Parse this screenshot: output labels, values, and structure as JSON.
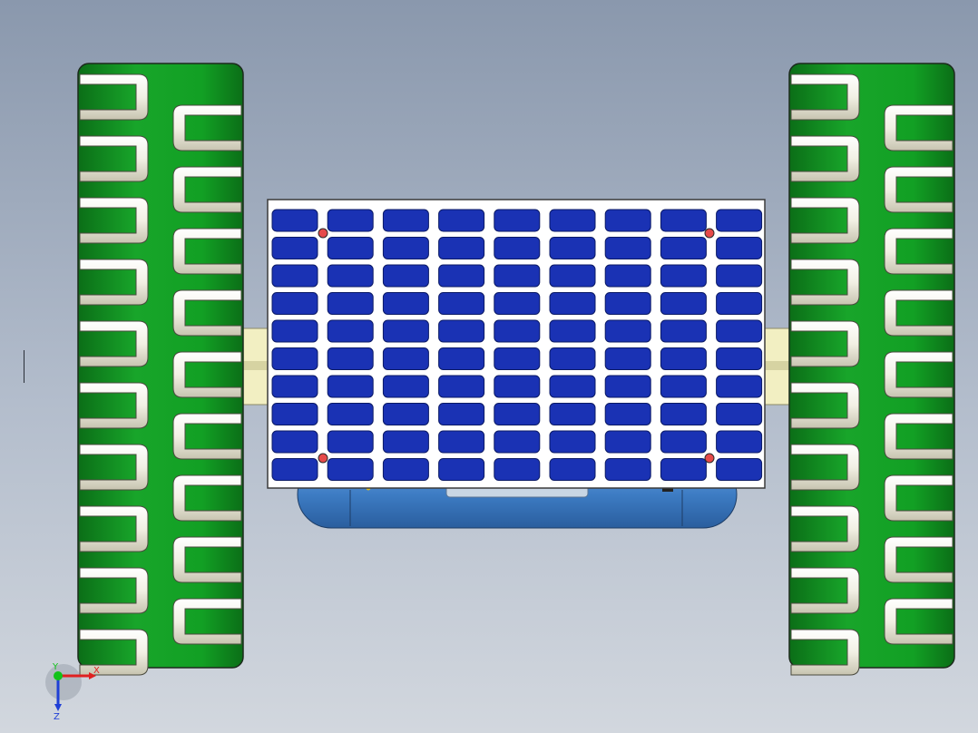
{
  "viewport": {
    "background_top": "#8a98ad",
    "background_bottom": "#d2d7de"
  },
  "model": {
    "wheel_color": "#18a52a",
    "wheel_dark": "#0b6e17",
    "tread_color": "#f4f2e6",
    "panel_cell_color": "#1a32b4",
    "panel_frame_color": "#ffffff",
    "body_color": "#3d7cc4",
    "axle_color": "#f2efc2",
    "panel_columns": 9,
    "panel_rows": 10
  },
  "triad": {
    "x_label": "X",
    "y_label": "Y",
    "z_label": "Z",
    "x_color": "#e02020",
    "y_color": "#12c21a",
    "z_color": "#1f3fd6"
  }
}
